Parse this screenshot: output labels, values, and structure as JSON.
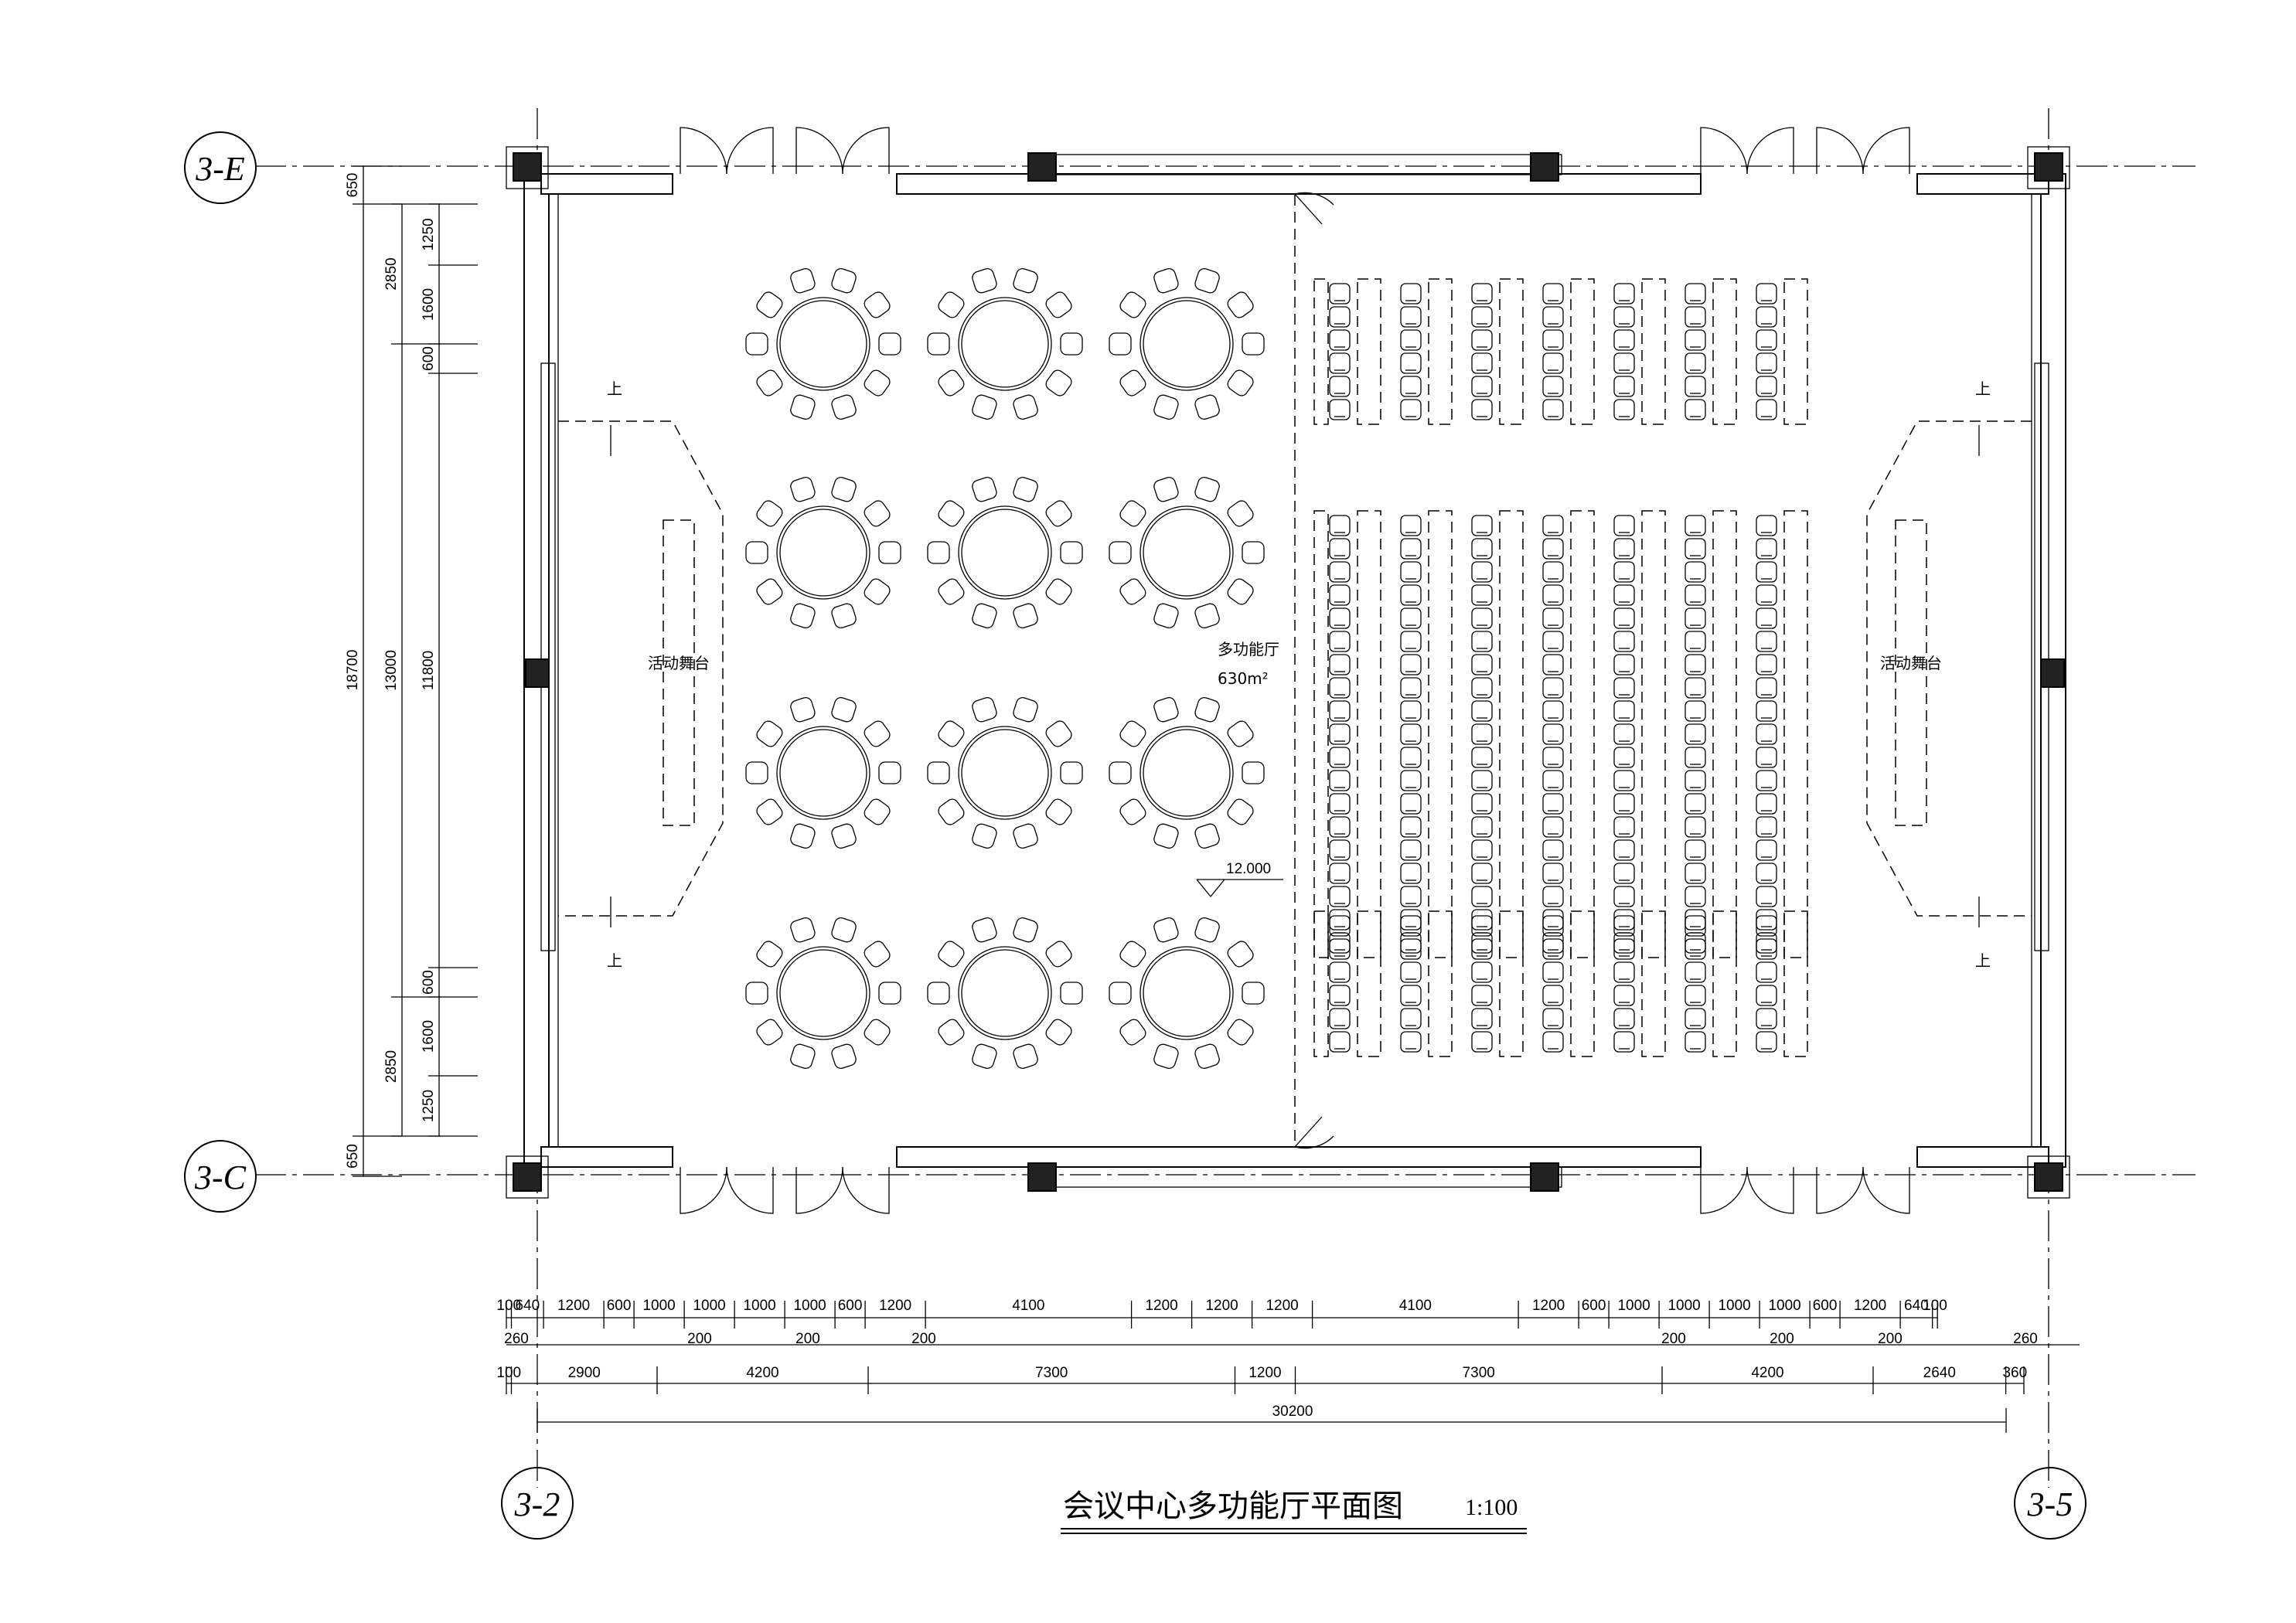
{
  "title": "会议中心多功能厅平面图",
  "scale": "1:100",
  "room": {
    "name": "多功能厅",
    "area": "630m²"
  },
  "elevation": "12.000",
  "stage_label": "活动舞台",
  "stair_label": "上",
  "grid": {
    "top": "3-E",
    "bottom": "3-C",
    "left": "3-2",
    "right": "3-5"
  },
  "dims_left": {
    "outer": [
      "650",
      "18700",
      "650"
    ],
    "second": [
      "2850",
      "13000",
      "2850"
    ],
    "third": [
      "1250",
      "1600",
      "600",
      "11800",
      "600",
      "1600",
      "1250"
    ]
  },
  "dims_bottom": {
    "row1": [
      "100",
      "640",
      "1200",
      "600",
      "1000",
      "1000",
      "1000",
      "1000",
      "600",
      "1200",
      "4100",
      "1200",
      "1200",
      "1200",
      "4100",
      "1200",
      "600",
      "1000",
      "1000",
      "1000",
      "1000",
      "600",
      "1200",
      "640",
      "100"
    ],
    "row2": [
      "260",
      "200",
      "200",
      "200",
      "200",
      "200",
      "200",
      "260"
    ],
    "row3": [
      "100",
      "2900",
      "4200",
      "7300",
      "1200",
      "7300",
      "4200",
      "2640",
      "360"
    ],
    "total": "30200"
  },
  "colors": {
    "ink": "#000000",
    "column": "#222222",
    "paper": "#ffffff"
  }
}
